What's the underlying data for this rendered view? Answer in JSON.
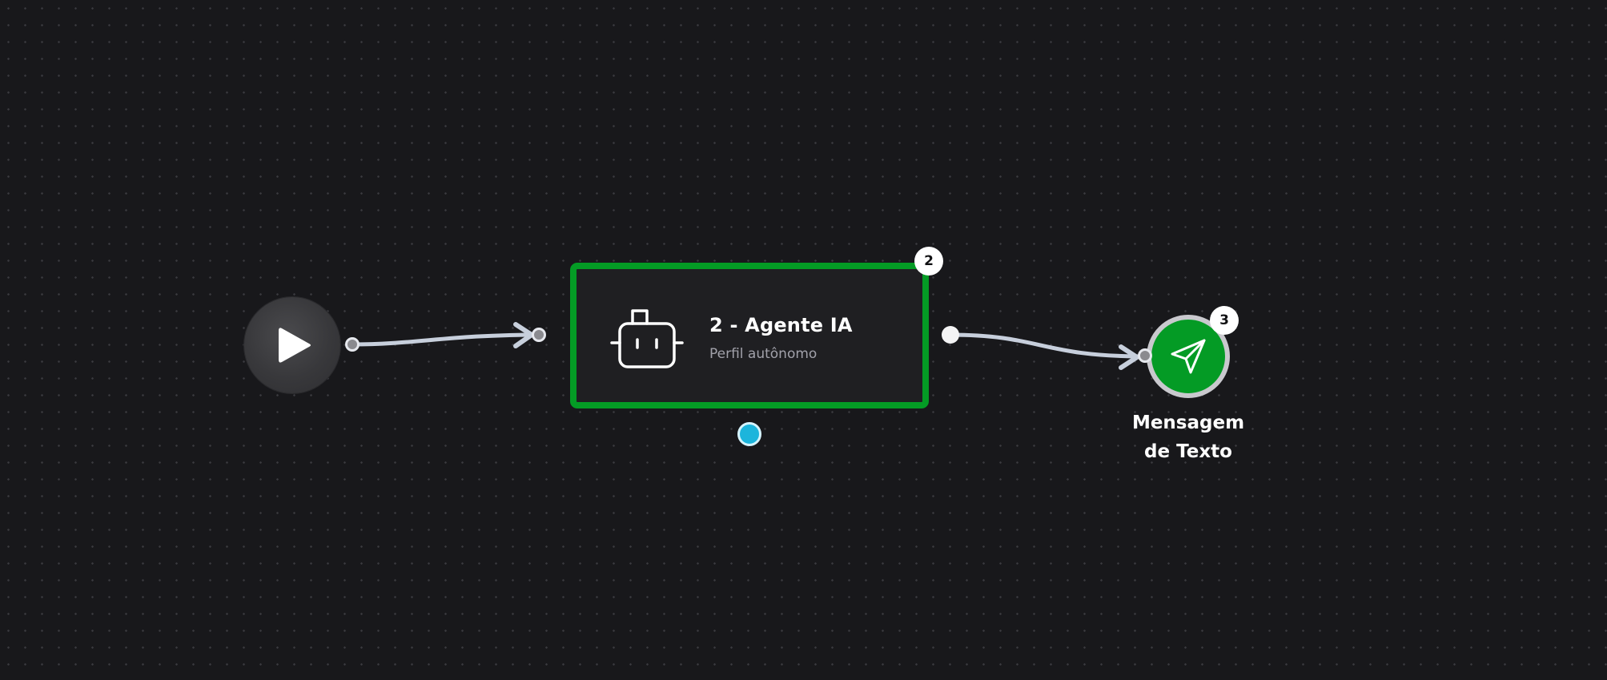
{
  "flow": {
    "start_node": {
      "icon": "play-icon"
    },
    "agent_node": {
      "badge": "2",
      "title": "2 - Agente IA",
      "subtitle": "Perfil autônomo",
      "icon": "robot-icon",
      "border_color": "#049b25"
    },
    "message_node": {
      "badge": "3",
      "label_line1": "Mensagem",
      "label_line2": "de Texto",
      "icon": "send-icon",
      "fill_color": "#049b25"
    },
    "colors": {
      "canvas_background": "#18181b",
      "edge": "#c7cfdc",
      "selected_handle": "#1cb5dc"
    }
  }
}
